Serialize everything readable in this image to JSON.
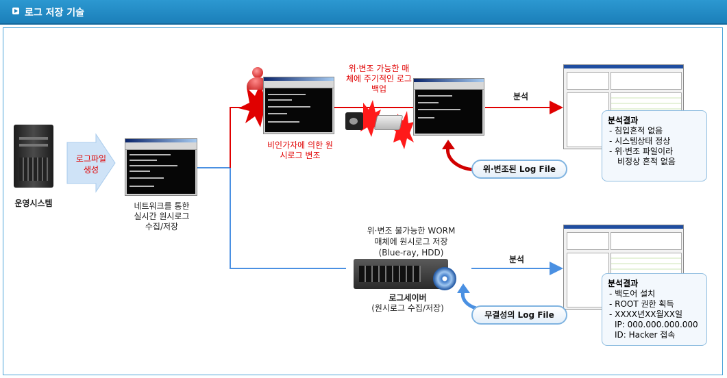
{
  "header": {
    "title": "로그 저장 기술"
  },
  "colors": {
    "accent": "#1b7fb9",
    "line_blue": "#4a90e2",
    "line_red": "#e00000",
    "warn_text": "#e00000"
  },
  "source": {
    "label": "운영시스템",
    "arrow_label_1": "로그파일",
    "arrow_label_2": "생성"
  },
  "collector": {
    "line1": "네트워크를 통한",
    "line2": "실시간 원시로그",
    "line3": "수집/저장"
  },
  "tamper": {
    "intruder_line1": "비인가자에 의한 원",
    "intruder_line2": "시로그 변조",
    "backup_line1": "위·변조 가능한 매",
    "backup_line2": "체에 주기적인 로그",
    "backup_line3": "백업",
    "analysis_label": "분석",
    "pill_label": "위·변조된 Log File",
    "result_title": "분석결과",
    "results": [
      "- 침입흔적 없음",
      "- 시스템상태 정상",
      "- 위·변조 파일이라",
      "비정상 흔적 없음"
    ]
  },
  "worm": {
    "desc_line1": "위·변조 불가능한 WORM",
    "desc_line2": "매체에 원시로그 저장",
    "desc_line3": "(Blue-ray, HDD)",
    "server_label": "로그세이버",
    "server_sub": "(원시로그 수집/저장)",
    "analysis_label": "분석",
    "pill_label": "무결성의 Log File",
    "result_title": "분석결과",
    "results": [
      "- 백도어 설치",
      "- ROOT 권한 획득",
      "- XXXX년XX월XX일",
      "IP: 000.000.000.000",
      "ID: Hacker 접속"
    ]
  }
}
